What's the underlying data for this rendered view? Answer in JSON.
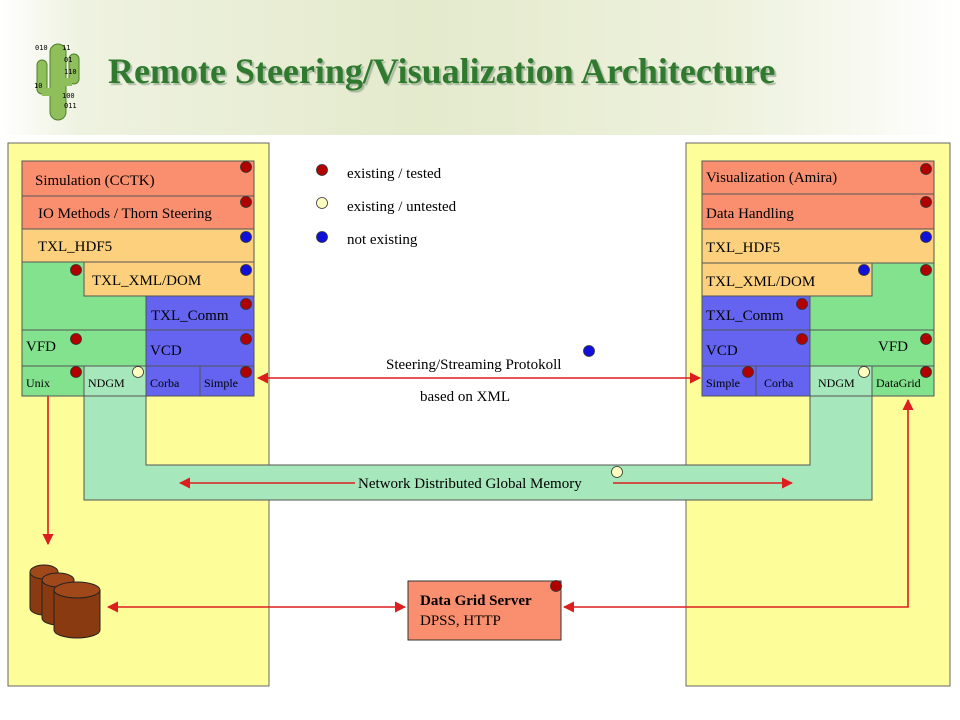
{
  "title": "Remote Steering/Visualization Architecture",
  "colors": {
    "panel": "#fdfd9a",
    "salmon": "#fa8f6f",
    "orange": "#fcd07c",
    "green": "#82e28e",
    "blue": "#6464f0",
    "memory": "#a6e8bc",
    "arrow": "#dc1e1e",
    "dot_red": "#b00000",
    "dot_yellow": "#ffffc0",
    "dot_blue": "#1010d8"
  },
  "logo": {
    "digits": [
      "010",
      "11",
      "01",
      "110",
      "10",
      "100",
      "011"
    ]
  },
  "legend": {
    "existing_tested": "existing / tested",
    "existing_untested": "existing / untested",
    "not_existing": "not existing"
  },
  "left_stack": {
    "simulation": "Simulation (CCTK)",
    "io_methods": "IO Methods / Thorn Steering",
    "txl_hdf5": "TXL_HDF5",
    "txl_xml_dom": "TXL_XML/DOM",
    "txl_comm": "TXL_Comm",
    "vfd": "VFD",
    "vcd": "VCD",
    "unix": "Unix",
    "ndgm": "NDGM",
    "corba": "Corba",
    "simple": "Simple"
  },
  "right_stack": {
    "visualization": "Visualization (Amira)",
    "data_handling": "Data Handling",
    "txl_hdf5": "TXL_HDF5",
    "txl_xml_dom": "TXL_XML/DOM",
    "txl_comm": "TXL_Comm",
    "vcd": "VCD",
    "vfd": "VFD",
    "simple": "Simple",
    "corba": "Corba",
    "ndgm": "NDGM",
    "datagrid": "DataGrid"
  },
  "steering": {
    "line1": "Steering/Streaming Protokoll",
    "line2": "based on XML"
  },
  "memory": {
    "label": "Network Distributed Global Memory"
  },
  "data_grid_server": {
    "title": "Data Grid Server",
    "subtitle": "DPSS, HTTP"
  }
}
